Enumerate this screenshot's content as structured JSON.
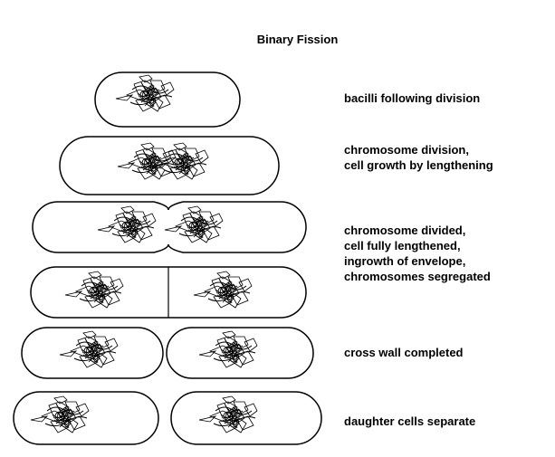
{
  "title": "Binary Fission",
  "stages": [
    {
      "id": "bacilli-following-division",
      "label_lines": [
        "bacilli following division"
      ]
    },
    {
      "id": "chromosome-division",
      "label_lines": [
        "chromosome division,",
        "cell growth by lengthening"
      ]
    },
    {
      "id": "chromosome-divided",
      "label_lines": [
        "chromosome divided,",
        "cell fully lengthened,",
        "ingrowth of envelope,",
        "chromosomes segregated"
      ]
    },
    {
      "id": "cross-wall-completed",
      "label_lines": [
        "cross wall completed"
      ]
    },
    {
      "id": "daughter-cells-separate",
      "label_lines": [
        "daughter cells separate"
      ]
    }
  ]
}
